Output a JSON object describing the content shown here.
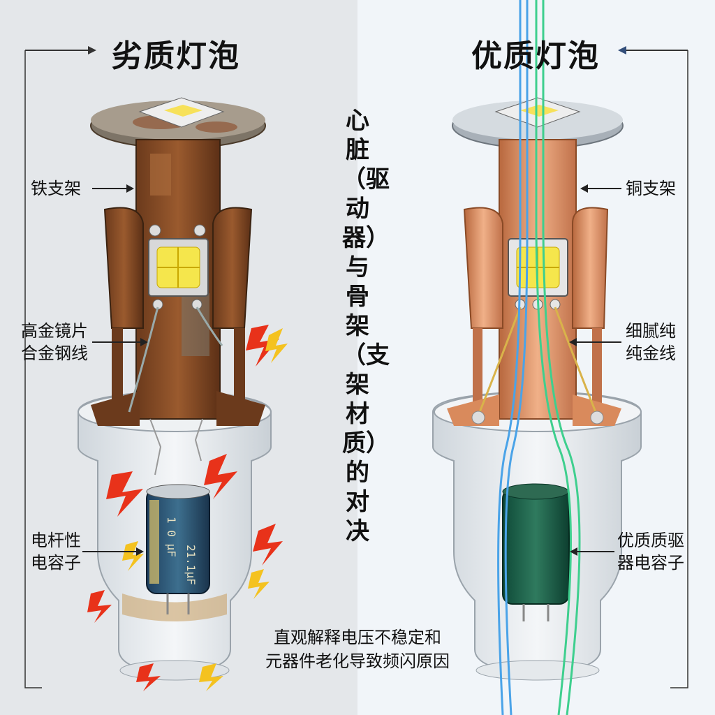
{
  "left_title": "劣质灯泡",
  "right_title": "优质灯泡",
  "center_vertical_text": "心脏（驱动器）与骨架（支架材质）的对决",
  "caption_line1": "直观解释电压不稳定和",
  "caption_line2": "元器件老化导致频闪原因",
  "left_labels": {
    "bracket": "铁支架",
    "wire_line1": "高金镜片",
    "wire_line2": "合金钢线",
    "capacitor_line1": "电杆性",
    "capacitor_line2": "电容子"
  },
  "right_labels": {
    "bracket": "铜支架",
    "wire_line1": "细腻纯",
    "wire_line2": "纯金线",
    "capacitor_line1": "优质质驱",
    "capacitor_line2": "器电容子"
  },
  "capacitor_markings": {
    "line1": "1 0 μF",
    "line2": "21.1μF"
  },
  "colors": {
    "rust": "#8a4a26",
    "copper": "#d98a5c",
    "blue_current": "#4aa3e8",
    "green_current": "#3ecf8e",
    "spark": "#e8321a",
    "spark_yellow": "#f4c21f"
  }
}
